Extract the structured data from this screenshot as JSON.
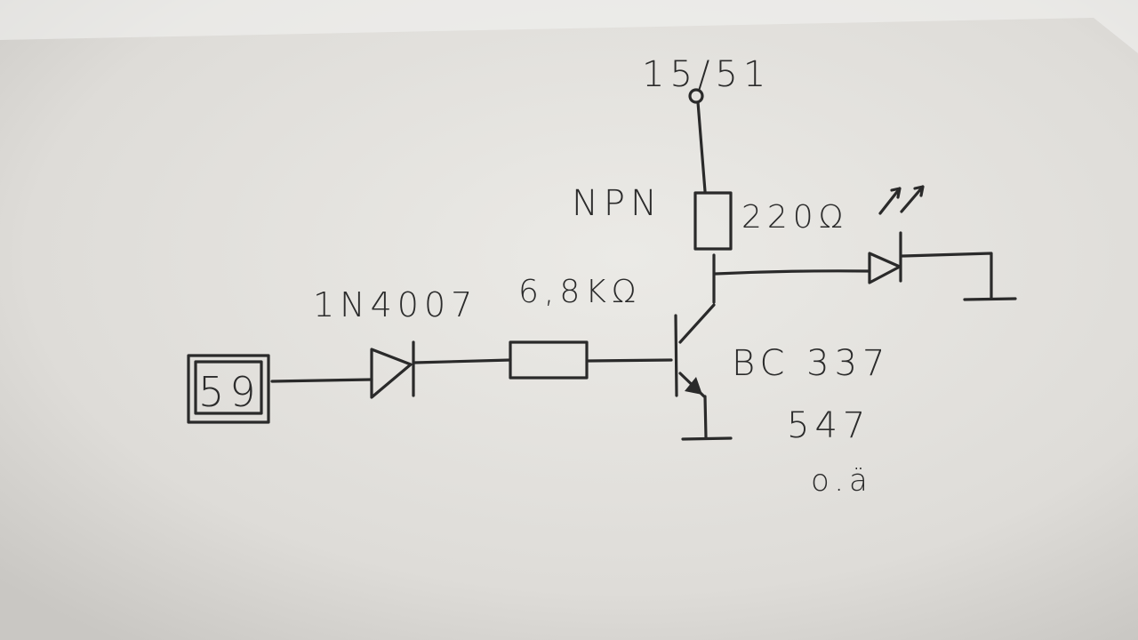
{
  "diagram": {
    "supply_label": "15/51",
    "transistor_type_label": "NPN",
    "led_resistor_label": "220Ω",
    "diode_label": "1N4007",
    "base_resistor_label": "6,8KΩ",
    "input_terminal_label": "59",
    "transistor_model": "BC 337",
    "transistor_alt_model": "547",
    "alt_note": "o.ä"
  },
  "colors": {
    "ink": "#2a2a2a",
    "paper": "#e4e3df"
  }
}
